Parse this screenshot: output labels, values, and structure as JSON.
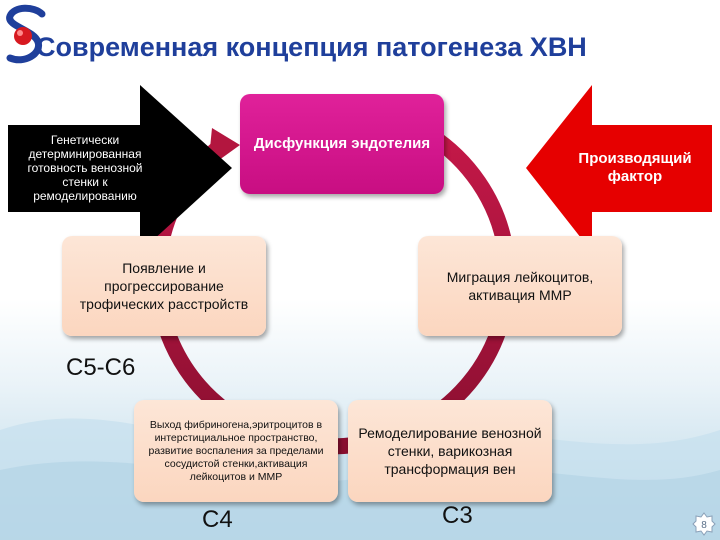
{
  "title": "Современная концепция патогенеза ХВН",
  "boxes": {
    "top": "Дисфункция эндотелия",
    "right": "Миграция лейкоцитов, активация ММР",
    "bottom_right": "Ремоделирование венозной стенки, варикозная трансформация вен",
    "bottom_left": "Выход фибриногена,эритроцитов в интерстициальное пространство, развитие воспаления за пределами сосудистой стенки,активация лейкоцитов и ММР",
    "left": "Появление и прогрессирование трофических расстройств"
  },
  "arrows": {
    "left_black": "Генетически детерминированная готовность венозной стенки к ремоделированию",
    "right_red": "Производящий фактор"
  },
  "stages": {
    "c5c6": "C5-C6",
    "c4": "C4",
    "c3": "C3"
  },
  "page_number": "8",
  "colors": {
    "title": "#1f3f9b",
    "cycle": "#a8123a",
    "magenta_box": "#c80e82",
    "peach_box": "#fbd6bf",
    "red_arrow": "#e60000",
    "black_arrow": "#000000"
  }
}
